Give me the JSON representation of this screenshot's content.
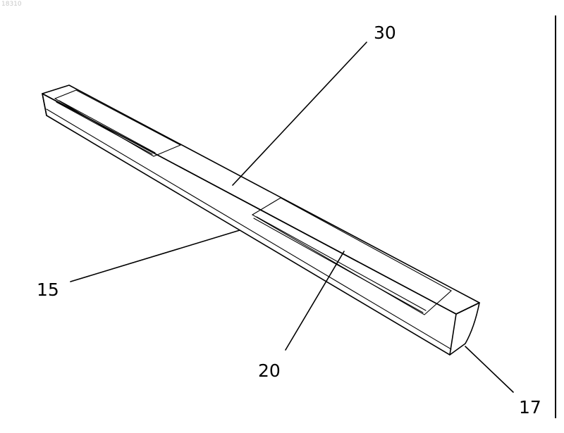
{
  "document_id": "18310",
  "labels": {
    "label_30": "30",
    "label_15": "15",
    "label_20": "20",
    "label_17": "17"
  }
}
